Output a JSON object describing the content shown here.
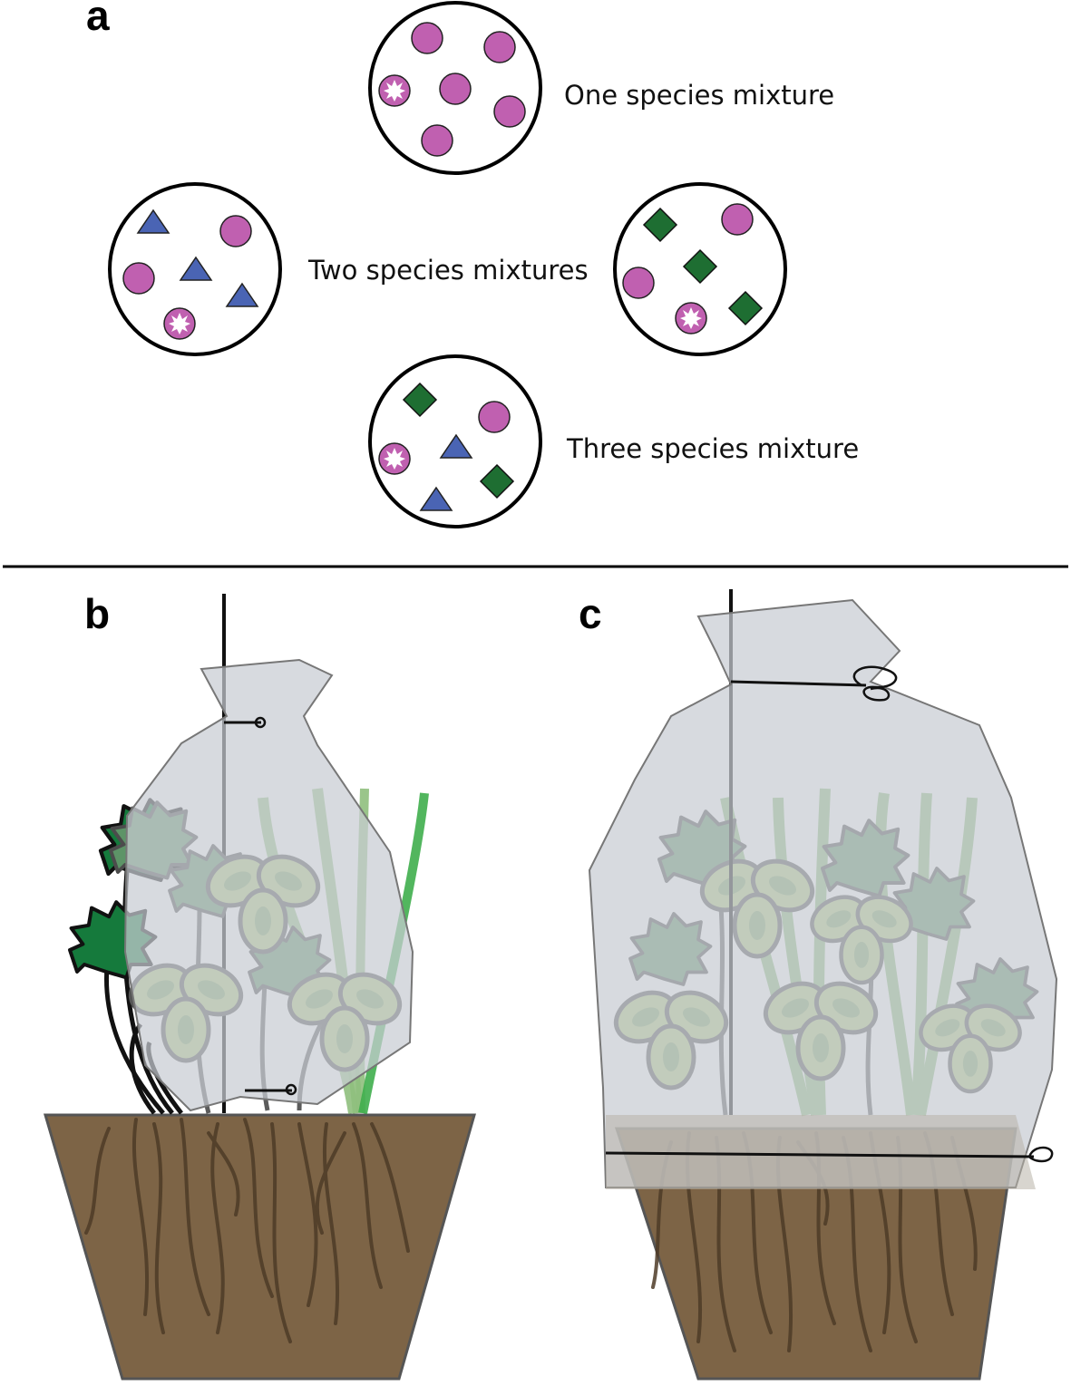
{
  "panels": {
    "a": {
      "letter": "a",
      "labels": {
        "one": "One species mixture",
        "two": "Two  species mixtures",
        "three": "Three species mixture"
      }
    },
    "b": {
      "letter": "b"
    },
    "c": {
      "letter": "c"
    }
  },
  "colors": {
    "circle_species": "#c060b0",
    "triangle_species": "#4a64b4",
    "diamond_species": "#1e6e32",
    "focal_star": "#ffffff",
    "soil": "#7d6446",
    "root": "#4e3b27",
    "bag": "#c8ccd3",
    "leaf_fill": "#5d9467",
    "leaf_edge": "#4c4c4c",
    "clover_fill": "#b5cb82",
    "clover_inner": "#5d8a55",
    "grass": "#8fbf7d",
    "dark_leaf": "#157a3c",
    "divider": "#000000"
  },
  "icons": [
    "circle-species-icon",
    "triangle-species-icon",
    "diamond-species-icon",
    "focal-plant-star-icon"
  ]
}
